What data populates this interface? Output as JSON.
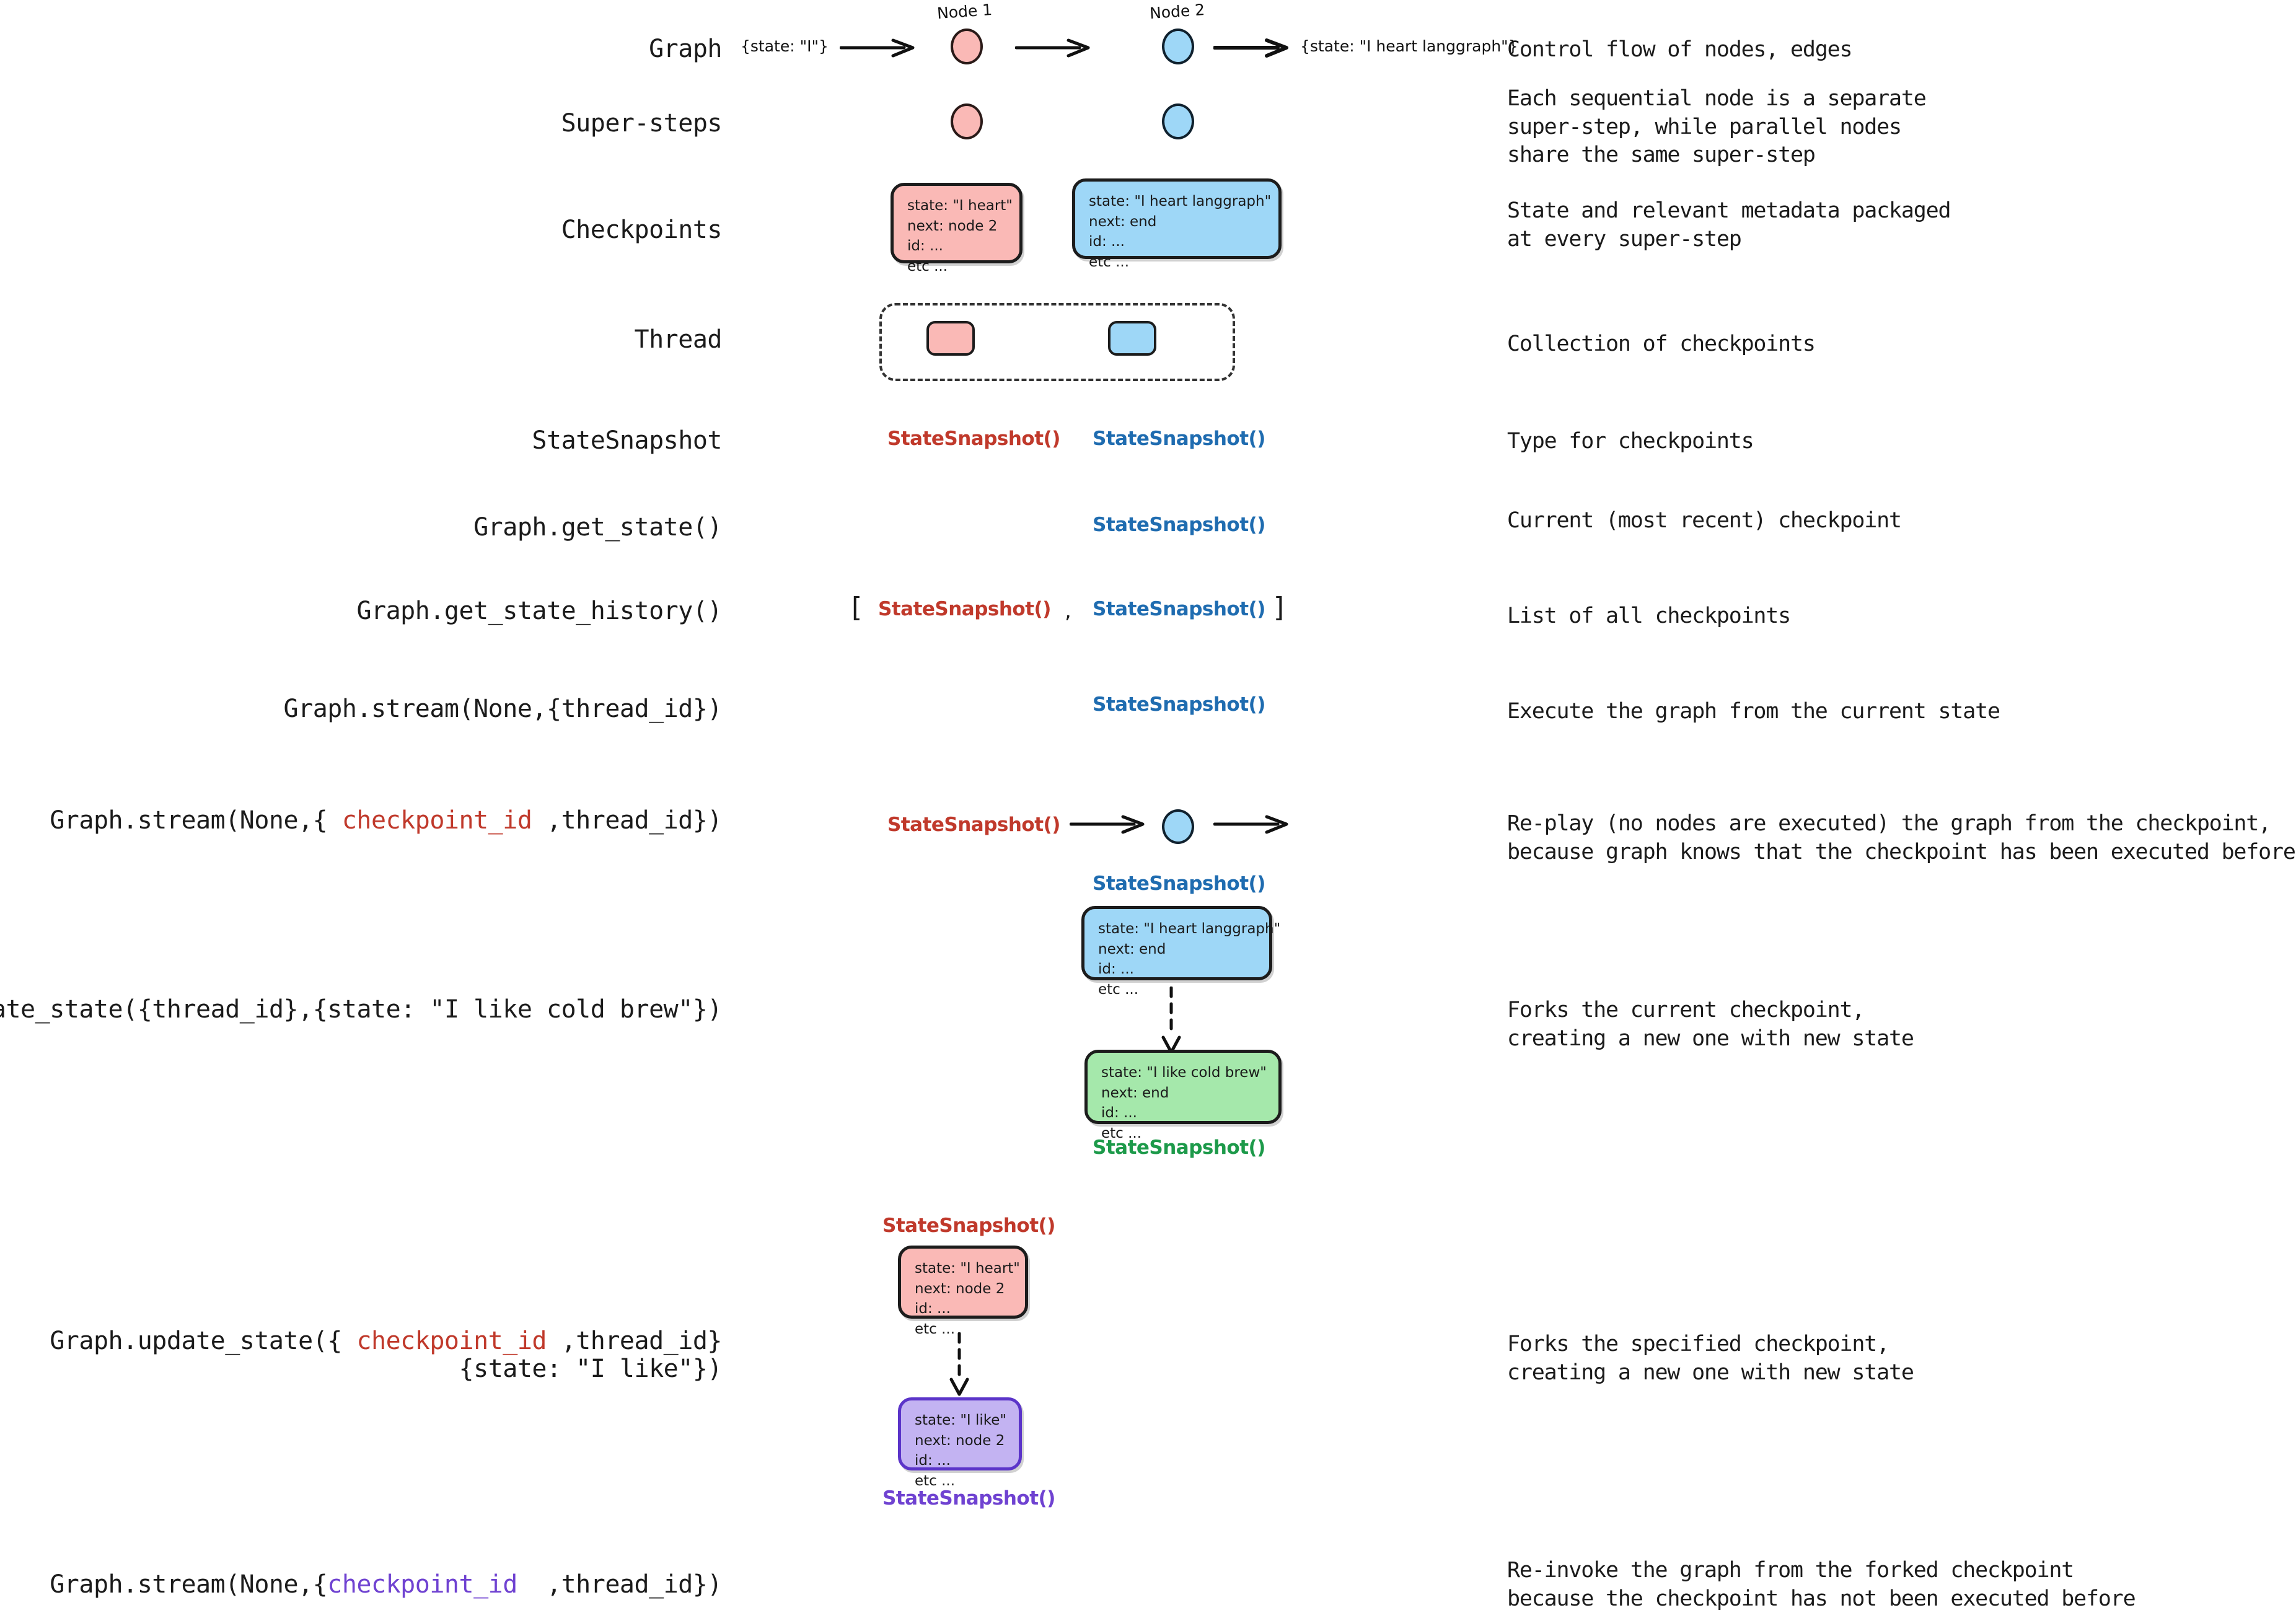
{
  "colors": {
    "pink_fill": "#fab9b6",
    "blue_fill": "#9ed7f7",
    "green_fill": "#a5e8ab",
    "purple_fill": "#c3b3f2",
    "red_text": "#c0392b",
    "blue_text": "#1f6cb0",
    "green_text": "#1d9a4a",
    "purple_text": "#6f42d1",
    "ink": "#1b1b1b"
  },
  "node_captions": {
    "node1": "Node 1",
    "node2": "Node 2"
  },
  "graph_row": {
    "input_state": "{state: \"I\"}",
    "output_state": "{state: \"I heart langgraph\"}"
  },
  "rows": [
    {
      "id": "graph",
      "label": "Graph",
      "description": "Control flow of nodes, edges"
    },
    {
      "id": "super-steps",
      "label": "Super-steps",
      "description": "Each sequential node is a separate\nsuper-step, while parallel nodes\nshare the same super-step"
    },
    {
      "id": "checkpoints",
      "label": "Checkpoints",
      "description": "State and relevant metadata packaged\nat every super-step"
    },
    {
      "id": "thread",
      "label": "Thread",
      "description": "Collection of checkpoints"
    },
    {
      "id": "statesnapshot",
      "label": "StateSnapshot",
      "description": "Type for checkpoints"
    },
    {
      "id": "get-state",
      "label": "Graph.get_state()",
      "description": "Current (most recent) checkpoint"
    },
    {
      "id": "get-state-history",
      "label": "Graph.get_state_history()",
      "description": "List of all checkpoints"
    },
    {
      "id": "stream-thread",
      "label": "Graph.stream(None,{thread_id})",
      "description": "Execute the graph from the current state"
    },
    {
      "id": "stream-checkpoint",
      "label_prefix": "Graph.stream(None,{ ",
      "label_highlight": "checkpoint_id",
      "label_suffix": " ,thread_id})",
      "highlight_color": "red",
      "description": "Re-play (no nodes are executed) the graph from the checkpoint,\nbecause graph knows that the checkpoint has been executed before"
    },
    {
      "id": "update-state-thread",
      "label": "Graph.update_state({thread_id},{state: \"I like cold brew\"})",
      "description": "Forks the current checkpoint,\ncreating a new one with new state"
    },
    {
      "id": "update-state-checkpoint",
      "label_prefix": "Graph.update_state({ ",
      "label_highlight": "checkpoint_id",
      "label_suffix": " ,thread_id}\n              {state: \"I like\"})",
      "highlight_color": "red",
      "description": "Forks the specified checkpoint,\ncreating a new one with new state"
    },
    {
      "id": "stream-forked",
      "label_prefix": "Graph.stream(None,{",
      "label_highlight": "checkpoint_id",
      "label_suffix": "  ,thread_id})",
      "highlight_color": "purple",
      "description": "Re-invoke the graph from the forked checkpoint\nbecause the checkpoint has not been executed before"
    }
  ],
  "checkpoint_boxes": {
    "pink_heart": "state: \"I heart\"\nnext: node 2\nid: ...\netc ...",
    "blue_langgraph": "state: \"I heart langgraph\"\nnext: end\nid: ...\netc ...",
    "blue_langgraph_2": "state: \"I heart langgraph\"\nnext: end\nid: ...\netc ...",
    "green_coldbrew": "state: \"I like cold brew\"\nnext: end\nid: ...\netc ...",
    "pink_heart_2": "state: \"I heart\"\nnext: node 2\nid: ...\netc ...",
    "purple_ilike": "state: \"I like\"\nnext: node 2\nid: ...\netc ..."
  },
  "snapshot_captions": {
    "red": "StateSnapshot()",
    "blue": "StateSnapshot()",
    "green": "StateSnapshot()",
    "purple": "StateSnapshot()"
  },
  "list_syntax": {
    "open_bracket": "[",
    "comma": ",",
    "close_bracket": "]"
  }
}
